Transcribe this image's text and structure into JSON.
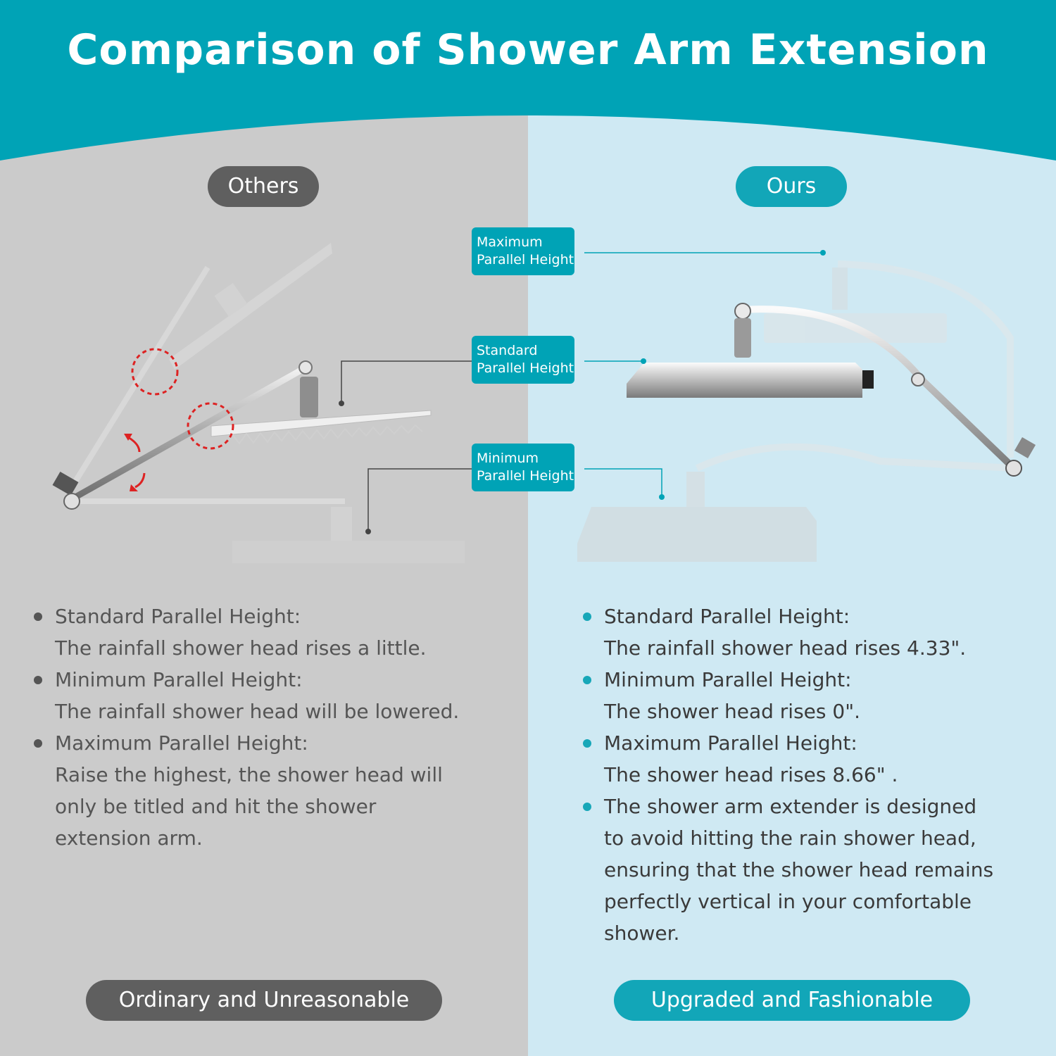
{
  "title": "Comparison of Shower Arm Extension",
  "colors": {
    "teal": "#00a3b6",
    "gray_panel": "#cbcbcb",
    "light_blue_panel": "#cfe9f3",
    "dark_gray": "#5f5f5f"
  },
  "left": {
    "label": "Others",
    "bullets": [
      {
        "title": "Standard Parallel Height:",
        "lines": [
          "The rainfall shower head rises a little."
        ]
      },
      {
        "title": "Minimum Parallel Height:",
        "lines": [
          "The rainfall shower head will be lowered."
        ]
      },
      {
        "title": "Maximum Parallel Height:",
        "lines": [
          "Raise the highest, the shower head will",
          "only be titled and hit the shower",
          "extension arm."
        ]
      }
    ],
    "footer": "Ordinary and Unreasonable"
  },
  "right": {
    "label": "Ours",
    "bullets": [
      {
        "title": "Standard Parallel Height:",
        "lines": [
          "The rainfall shower head rises 4.33\"."
        ]
      },
      {
        "title": "Minimum Parallel Height:",
        "lines": [
          "The shower head rises 0\"."
        ]
      },
      {
        "title": "Maximum Parallel Height:",
        "lines": [
          "The shower head rises 8.66\" ."
        ]
      },
      {
        "title": "The shower arm extender is designed",
        "lines": [
          "to avoid hitting the rain shower head,",
          "ensuring that the shower head remains",
          "perfectly vertical in your comfortable",
          "shower."
        ]
      }
    ],
    "footer": "Upgraded and Fashionable"
  },
  "callouts": {
    "maximum": {
      "line1": "Maximum",
      "line2": "Parallel Height"
    },
    "standard": {
      "line1": "Standard",
      "line2": "Parallel Height"
    },
    "minimum": {
      "line1": "Minimum",
      "line2": "Parallel Height"
    }
  }
}
